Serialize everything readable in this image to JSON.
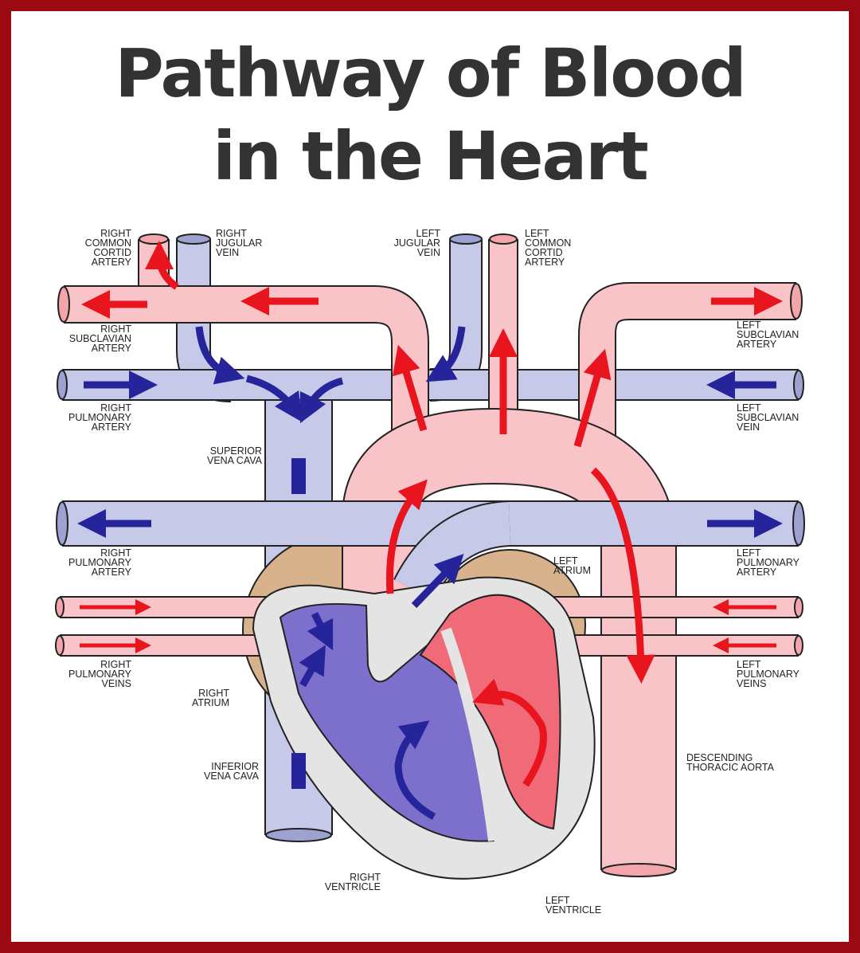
{
  "title": {
    "line1": "Pathway of Blood",
    "line2": "in the Heart"
  },
  "colors": {
    "border": "#9b0a12",
    "oxygenated_vessel": "#f8c4c8",
    "oxygenated_arrow": "#e8141e",
    "deoxygenated_vessel": "#c6c9e8",
    "deoxygenated_arrow": "#25249a"
  },
  "labels": {
    "rcca": {
      "lines": [
        "RIGHT",
        "COMMON",
        "CORTID",
        "ARTERY"
      ]
    },
    "rjv": {
      "lines": [
        "RIGHT",
        "JUGULAR",
        "VEIN"
      ]
    },
    "ljv": {
      "lines": [
        "LEFT",
        "JUGULAR",
        "VEIN"
      ]
    },
    "lcca": {
      "lines": [
        "LEFT",
        "COMMON",
        "CORTID",
        "ARTERY"
      ]
    },
    "rsa": {
      "lines": [
        "RIGHT",
        "SUBCLAVIAN",
        "ARTERY"
      ]
    },
    "lsa": {
      "lines": [
        "LEFT",
        "SUBCLAVIAN",
        "ARTERY"
      ]
    },
    "rpa1": {
      "lines": [
        "RIGHT",
        "PULMONARY",
        "ARTERY"
      ]
    },
    "lsv": {
      "lines": [
        "LEFT",
        "SUBCLAVIAN",
        "VEIN"
      ]
    },
    "svc": {
      "lines": [
        "SUPERIOR",
        "VENA CAVA"
      ]
    },
    "rpa2": {
      "lines": [
        "RIGHT",
        "PULMONARY",
        "ARTERY"
      ]
    },
    "lpa": {
      "lines": [
        "LEFT",
        "PULMONARY",
        "ARTERY"
      ]
    },
    "la": {
      "lines": [
        "LEFT",
        "ATRIUM"
      ]
    },
    "rpv": {
      "lines": [
        "RIGHT",
        "PULMONARY",
        "VEINS"
      ]
    },
    "lpv": {
      "lines": [
        "LEFT",
        "PULMONARY",
        "VEINS"
      ]
    },
    "ra": {
      "lines": [
        "RIGHT",
        "ATRIUM"
      ]
    },
    "ivc": {
      "lines": [
        "INFERIOR",
        "VENA CAVA"
      ]
    },
    "dta": {
      "lines": [
        "DESCENDING",
        "THORACIC AORTA"
      ]
    },
    "rv": {
      "lines": [
        "RIGHT",
        "VENTRICLE"
      ]
    },
    "lv": {
      "lines": [
        "LEFT",
        "VENTRICLE"
      ]
    }
  }
}
